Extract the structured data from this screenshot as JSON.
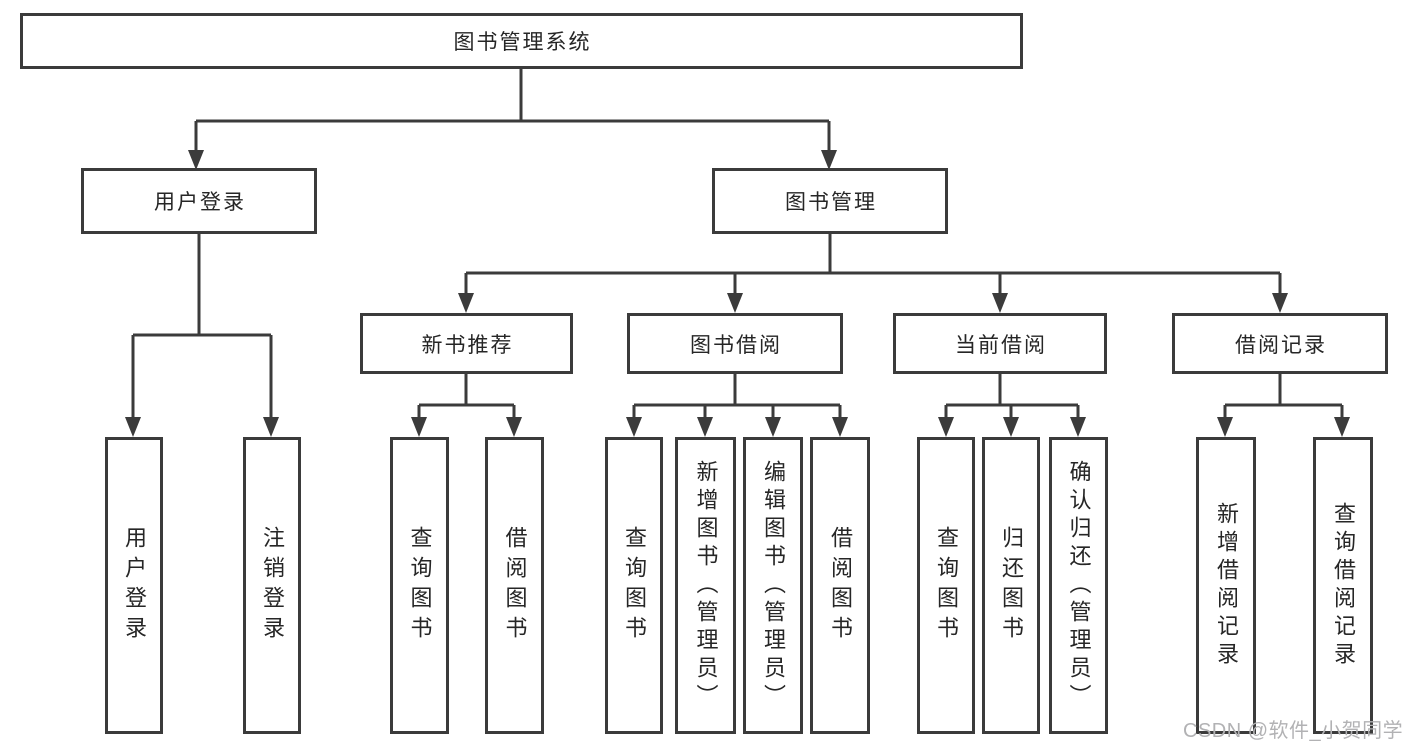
{
  "colors": {
    "line": "#3b3b3b",
    "box_border": "#3b3b3b",
    "text": "#262626",
    "background": "#ffffff",
    "watermark_text": "#b2b2b4"
  },
  "watermark": {
    "text": "CSDN @软件_小贺同学"
  },
  "tree": {
    "label": "图书管理系统",
    "children": [
      {
        "label": "用户登录",
        "children": [
          {
            "label": "用户登录"
          },
          {
            "label": "注销登录"
          }
        ]
      },
      {
        "label": "图书管理",
        "children": [
          {
            "label": "新书推荐",
            "children": [
              {
                "label": "查询图书"
              },
              {
                "label": "借阅图书"
              }
            ]
          },
          {
            "label": "图书借阅",
            "children": [
              {
                "label": "查询图书"
              },
              {
                "label": "新增图书（管理员）"
              },
              {
                "label": "编辑图书（管理员）"
              },
              {
                "label": "借阅图书"
              }
            ]
          },
          {
            "label": "当前借阅",
            "children": [
              {
                "label": "查询图书"
              },
              {
                "label": "归还图书"
              },
              {
                "label": "确认归还（管理员）"
              }
            ]
          },
          {
            "label": "借阅记录",
            "children": [
              {
                "label": "新增借阅记录"
              },
              {
                "label": "查询借阅记录"
              }
            ]
          }
        ]
      }
    ]
  }
}
